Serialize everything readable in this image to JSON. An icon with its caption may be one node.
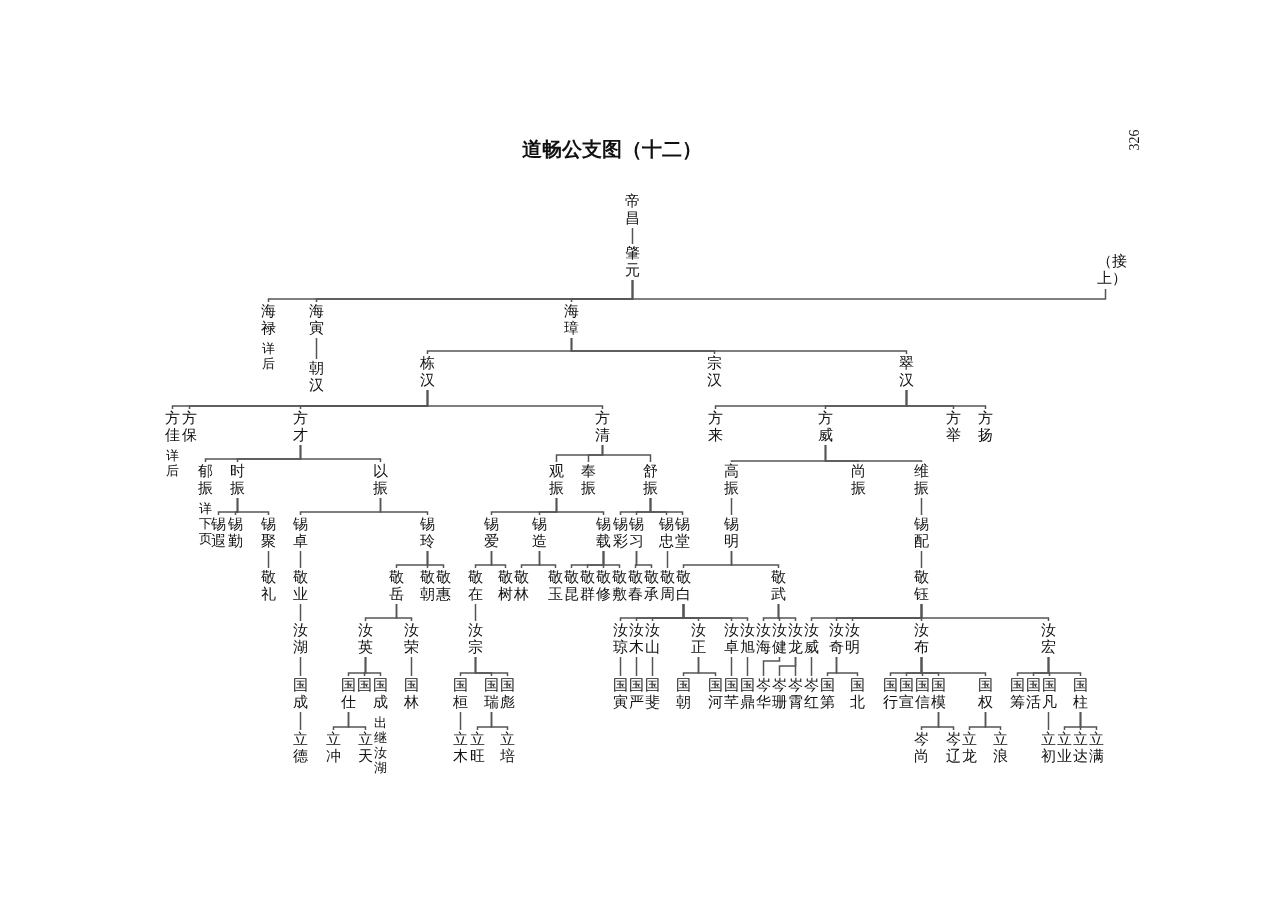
{
  "diagram": {
    "title": "道畅公支图（十二）",
    "nodes": [
      {
        "text": [
          "帝昌"
        ]
      },
      {
        "text": [
          "肇元"
        ]
      },
      {
        "text": [
          "（接上）"
        ]
      },
      {
        "text": [
          "海禄"
        ],
        "beside": [
          "详后"
        ]
      },
      {
        "text": [
          "海寅"
        ]
      },
      {
        "text": [
          "朝汉"
        ]
      },
      {
        "text": [
          "海璋"
        ]
      },
      {
        "text": [
          "栋汉"
        ]
      },
      {
        "text": [
          "宗汉"
        ]
      },
      {
        "text": [
          "翠汉"
        ]
      },
      {
        "text": [
          "方佳"
        ],
        "beside": [
          "详后"
        ]
      },
      {
        "text": [
          "方保"
        ]
      },
      {
        "text": [
          "方才"
        ]
      },
      {
        "text": [
          "方清"
        ]
      },
      {
        "text": [
          "方来"
        ]
      },
      {
        "text": [
          "方威"
        ]
      },
      {
        "text": [
          "方举"
        ]
      },
      {
        "text": [
          "方扬"
        ]
      },
      {
        "text": [
          "郁振"
        ],
        "beside": [
          "详下页"
        ]
      },
      {
        "text": [
          "时振"
        ]
      },
      {
        "text": [
          "以振"
        ]
      },
      {
        "text": [
          "观振"
        ]
      },
      {
        "text": [
          "奉振"
        ]
      },
      {
        "text": [
          "舒振"
        ]
      },
      {
        "text": [
          "高振"
        ]
      },
      {
        "text": [
          "尚振"
        ]
      },
      {
        "text": [
          "维振"
        ]
      },
      {
        "text": [
          "锡遐"
        ]
      },
      {
        "text": [
          "锡勤"
        ]
      },
      {
        "text": [
          "锡聚"
        ]
      },
      {
        "text": [
          "锡卓"
        ]
      },
      {
        "text": [
          "锡玲"
        ]
      },
      {
        "text": [
          "锡爱"
        ]
      },
      {
        "text": [
          "锡造"
        ]
      },
      {
        "text": [
          "锡载"
        ]
      },
      {
        "text": [
          "锡彩"
        ]
      },
      {
        "text": [
          "锡习"
        ]
      },
      {
        "text": [
          "锡忠"
        ]
      },
      {
        "text": [
          "锡堂"
        ]
      },
      {
        "text": [
          "锡明"
        ]
      },
      {
        "text": [
          "锡配"
        ]
      },
      {
        "text": [
          "敬礼"
        ]
      },
      {
        "text": [
          "敬业"
        ]
      },
      {
        "text": [
          "敬岳"
        ]
      },
      {
        "text": [
          "敬朝"
        ]
      },
      {
        "text": [
          "敬惠"
        ]
      },
      {
        "text": [
          "敬在"
        ]
      },
      {
        "text": [
          "敬树"
        ]
      },
      {
        "text": [
          "敬林"
        ]
      },
      {
        "text": [
          "敬玉"
        ]
      },
      {
        "text": [
          "敬昆"
        ]
      },
      {
        "text": [
          "敬群"
        ]
      },
      {
        "text": [
          "敬修"
        ]
      },
      {
        "text": [
          "敬敷"
        ]
      },
      {
        "text": [
          "敬春"
        ]
      },
      {
        "text": [
          "敬承"
        ]
      },
      {
        "text": [
          "敬周"
        ]
      },
      {
        "text": [
          "敬白"
        ]
      },
      {
        "text": [
          "敬武"
        ]
      },
      {
        "text": [
          "敬钰"
        ]
      },
      {
        "text": [
          "汝湖"
        ]
      },
      {
        "text": [
          "汝英"
        ]
      },
      {
        "text": [
          "汝荣"
        ]
      },
      {
        "text": [
          "汝宗"
        ]
      },
      {
        "text": [
          "汝琼"
        ]
      },
      {
        "text": [
          "汝木"
        ]
      },
      {
        "text": [
          "汝山"
        ]
      },
      {
        "text": [
          "汝正"
        ]
      },
      {
        "text": [
          "汝卓"
        ]
      },
      {
        "text": [
          "汝旭"
        ]
      },
      {
        "text": [
          "汝海"
        ]
      },
      {
        "text": [
          "汝健"
        ]
      },
      {
        "text": [
          "汝龙"
        ]
      },
      {
        "text": [
          "汝威"
        ]
      },
      {
        "text": [
          "汝奇"
        ]
      },
      {
        "text": [
          "汝明"
        ]
      },
      {
        "text": [
          "汝布"
        ]
      },
      {
        "text": [
          "汝宏"
        ]
      },
      {
        "text": [
          "国成"
        ]
      },
      {
        "text": [
          "国仕"
        ]
      },
      {
        "text": [
          "国"
        ]
      },
      {
        "text": [
          "国成"
        ],
        "beside": [
          "出继汝湖"
        ]
      },
      {
        "text": [
          "国林"
        ]
      },
      {
        "text": [
          "国桓"
        ]
      },
      {
        "text": [
          "国瑞"
        ]
      },
      {
        "text": [
          "国彪"
        ]
      },
      {
        "text": [
          "国寅"
        ]
      },
      {
        "text": [
          "国严"
        ]
      },
      {
        "text": [
          "国斐"
        ]
      },
      {
        "text": [
          "国朝"
        ]
      },
      {
        "text": [
          "国河"
        ]
      },
      {
        "text": [
          "国芊"
        ]
      },
      {
        "text": [
          "国鼎"
        ]
      },
      {
        "text": [
          "岑华"
        ]
      },
      {
        "text": [
          "岑珊"
        ]
      },
      {
        "text": [
          "岑霄"
        ]
      },
      {
        "text": [
          "岑红"
        ]
      },
      {
        "text": [
          "国第"
        ]
      },
      {
        "text": [
          "国北"
        ]
      },
      {
        "text": [
          "国行"
        ]
      },
      {
        "text": [
          "国宣"
        ]
      },
      {
        "text": [
          "国信"
        ]
      },
      {
        "text": [
          "国模"
        ]
      },
      {
        "text": [
          "国权"
        ]
      },
      {
        "text": [
          "国筹"
        ]
      },
      {
        "text": [
          "国活"
        ]
      },
      {
        "text": [
          "国凡"
        ]
      },
      {
        "text": [
          "国柱"
        ]
      },
      {
        "text": [
          "立德"
        ]
      },
      {
        "text": [
          "立冲"
        ]
      },
      {
        "text": [
          "立天"
        ]
      },
      {
        "text": [
          "立木"
        ]
      },
      {
        "text": [
          "立旺"
        ]
      },
      {
        "text": [
          "立培"
        ]
      },
      {
        "text": [
          "岑尚"
        ]
      },
      {
        "text": [
          "岑辽"
        ]
      },
      {
        "text": [
          "立龙"
        ]
      },
      {
        "text": [
          "立浪"
        ]
      },
      {
        "text": [
          "立初"
        ]
      },
      {
        "text": [
          "立业"
        ]
      },
      {
        "text": [
          "立达"
        ]
      },
      {
        "text": [
          "立满"
        ]
      }
    ],
    "edges": [
      {
        "from": 0,
        "to": 1,
        "arrow": "none"
      },
      {
        "from": 1,
        "to": 2,
        "arrow": "none"
      },
      {
        "from": 1,
        "to": 3,
        "arrow": "none"
      },
      {
        "from": 1,
        "to": 4,
        "arrow": "none"
      },
      {
        "from": 1,
        "to": 6,
        "arrow": "none"
      },
      {
        "from": 4,
        "to": 5,
        "arrow": "none"
      },
      {
        "from": 6,
        "to": 7,
        "arrow": "none"
      },
      {
        "from": 6,
        "to": 8,
        "arrow": "none"
      },
      {
        "from": 6,
        "to": 9,
        "arrow": "none"
      },
      {
        "from": 7,
        "to": 10,
        "arrow": "none"
      },
      {
        "from": 7,
        "to": 11,
        "arrow": "none"
      },
      {
        "from": 7,
        "to": 12,
        "arrow": "none"
      },
      {
        "from": 7,
        "to": 13,
        "arrow": "none"
      },
      {
        "from": 9,
        "to": 14,
        "arrow": "none"
      },
      {
        "from": 9,
        "to": 15,
        "arrow": "none"
      },
      {
        "from": 9,
        "to": 16,
        "arrow": "none"
      },
      {
        "from": 9,
        "to": 17,
        "arrow": "none"
      },
      {
        "from": 12,
        "to": 18,
        "arrow": "none"
      },
      {
        "from": 12,
        "to": 19,
        "arrow": "none"
      },
      {
        "from": 12,
        "to": 20,
        "arrow": "none"
      },
      {
        "from": 13,
        "to": 21,
        "arrow": "none"
      },
      {
        "from": 13,
        "to": 22,
        "arrow": "none"
      },
      {
        "from": 13,
        "to": 23,
        "arrow": "none"
      },
      {
        "from": 15,
        "to": 24,
        "arrow": "none"
      },
      {
        "from": 15,
        "to": 25,
        "arrow": "none"
      },
      {
        "from": 15,
        "to": 26,
        "arrow": "none"
      },
      {
        "from": 19,
        "to": 27,
        "arrow": "none"
      },
      {
        "from": 19,
        "to": 28,
        "arrow": "none"
      },
      {
        "from": 19,
        "to": 29,
        "arrow": "none"
      },
      {
        "from": 20,
        "to": 30,
        "arrow": "none"
      },
      {
        "from": 20,
        "to": 31,
        "arrow": "none"
      },
      {
        "from": 21,
        "to": 32,
        "arrow": "none"
      },
      {
        "from": 21,
        "to": 33,
        "arrow": "none"
      },
      {
        "from": 21,
        "to": 34,
        "arrow": "none"
      },
      {
        "from": 23,
        "to": 35,
        "arrow": "none"
      },
      {
        "from": 23,
        "to": 36,
        "arrow": "none"
      },
      {
        "from": 23,
        "to": 37,
        "arrow": "none"
      },
      {
        "from": 23,
        "to": 38,
        "arrow": "none"
      },
      {
        "from": 24,
        "to": 39,
        "arrow": "none"
      },
      {
        "from": 26,
        "to": 40,
        "arrow": "none"
      },
      {
        "from": 29,
        "to": 41,
        "arrow": "none"
      },
      {
        "from": 30,
        "to": 42,
        "arrow": "none"
      },
      {
        "from": 31,
        "to": 43,
        "arrow": "none"
      },
      {
        "from": 31,
        "to": 44,
        "arrow": "none"
      },
      {
        "from": 31,
        "to": 45,
        "arrow": "none"
      },
      {
        "from": 32,
        "to": 46,
        "arrow": "none"
      },
      {
        "from": 32,
        "to": 47,
        "arrow": "none"
      },
      {
        "from": 33,
        "to": 48,
        "arrow": "none"
      },
      {
        "from": 33,
        "to": 49,
        "arrow": "none"
      },
      {
        "from": 34,
        "to": 50,
        "arrow": "none"
      },
      {
        "from": 34,
        "to": 51,
        "arrow": "none"
      },
      {
        "from": 34,
        "to": 52,
        "arrow": "none"
      },
      {
        "from": 34,
        "to": 53,
        "arrow": "none"
      },
      {
        "from": 36,
        "to": 54,
        "arrow": "none"
      },
      {
        "from": 36,
        "to": 55,
        "arrow": "none"
      },
      {
        "from": 37,
        "to": 56,
        "arrow": "none"
      },
      {
        "from": 39,
        "to": 57,
        "arrow": "none"
      },
      {
        "from": 39,
        "to": 58,
        "arrow": "none"
      },
      {
        "from": 40,
        "to": 59,
        "arrow": "none"
      },
      {
        "from": 42,
        "to": 60,
        "arrow": "none"
      },
      {
        "from": 43,
        "to": 61,
        "arrow": "none"
      },
      {
        "from": 43,
        "to": 62,
        "arrow": "none"
      },
      {
        "from": 46,
        "to": 63,
        "arrow": "none"
      },
      {
        "from": 57,
        "to": 64,
        "arrow": "none"
      },
      {
        "from": 57,
        "to": 65,
        "arrow": "none"
      },
      {
        "from": 57,
        "to": 66,
        "arrow": "none"
      },
      {
        "from": 57,
        "to": 67,
        "arrow": "none"
      },
      {
        "from": 57,
        "to": 68,
        "arrow": "none"
      },
      {
        "from": 57,
        "to": 69,
        "arrow": "none"
      },
      {
        "from": 58,
        "to": 70,
        "arrow": "none"
      },
      {
        "from": 58,
        "to": 71,
        "arrow": "none"
      },
      {
        "from": 58,
        "to": 72,
        "arrow": "none"
      },
      {
        "from": 59,
        "to": 73,
        "arrow": "none"
      },
      {
        "from": 59,
        "to": 74,
        "arrow": "none"
      },
      {
        "from": 59,
        "to": 75,
        "arrow": "none"
      },
      {
        "from": 59,
        "to": 76,
        "arrow": "none"
      },
      {
        "from": 59,
        "to": 77,
        "arrow": "none"
      },
      {
        "from": 60,
        "to": 78,
        "arrow": "none"
      },
      {
        "from": 61,
        "to": 79,
        "arrow": "none"
      },
      {
        "from": 61,
        "to": 80,
        "arrow": "none"
      },
      {
        "from": 61,
        "to": 81,
        "arrow": "none"
      },
      {
        "from": 62,
        "to": 82,
        "arrow": "none"
      },
      {
        "from": 63,
        "to": 83,
        "arrow": "none"
      },
      {
        "from": 63,
        "to": 84,
        "arrow": "none"
      },
      {
        "from": 63,
        "to": 85,
        "arrow": "none"
      },
      {
        "from": 64,
        "to": 86,
        "arrow": "none"
      },
      {
        "from": 65,
        "to": 87,
        "arrow": "none"
      },
      {
        "from": 66,
        "to": 88,
        "arrow": "none"
      },
      {
        "from": 67,
        "to": 89,
        "arrow": "none"
      },
      {
        "from": 67,
        "to": 90,
        "arrow": "none"
      },
      {
        "from": 68,
        "to": 91,
        "arrow": "none"
      },
      {
        "from": 69,
        "to": 92,
        "arrow": "none"
      },
      {
        "from": 71,
        "to": 93,
        "arrow": "none"
      },
      {
        "from": 72,
        "to": 94,
        "arrow": "none"
      },
      {
        "from": 72,
        "to": 95,
        "arrow": "none"
      },
      {
        "from": 73,
        "to": 96,
        "arrow": "none"
      },
      {
        "from": 74,
        "to": 97,
        "arrow": "none"
      },
      {
        "from": 74,
        "to": 98,
        "arrow": "none"
      },
      {
        "from": 76,
        "to": 99,
        "arrow": "none"
      },
      {
        "from": 76,
        "to": 100,
        "arrow": "none"
      },
      {
        "from": 76,
        "to": 101,
        "arrow": "none"
      },
      {
        "from": 76,
        "to": 102,
        "arrow": "none"
      },
      {
        "from": 76,
        "to": 103,
        "arrow": "none"
      },
      {
        "from": 77,
        "to": 104,
        "arrow": "none"
      },
      {
        "from": 77,
        "to": 105,
        "arrow": "none"
      },
      {
        "from": 77,
        "to": 106,
        "arrow": "none"
      },
      {
        "from": 77,
        "to": 107,
        "arrow": "none"
      },
      {
        "from": 78,
        "to": 108,
        "arrow": "none"
      },
      {
        "from": 79,
        "to": 109,
        "arrow": "none"
      },
      {
        "from": 79,
        "to": 110,
        "arrow": "none"
      },
      {
        "from": 83,
        "to": 111,
        "arrow": "none"
      },
      {
        "from": 84,
        "to": 112,
        "arrow": "none"
      },
      {
        "from": 84,
        "to": 113,
        "arrow": "none"
      },
      {
        "from": 102,
        "to": 114,
        "arrow": "none"
      },
      {
        "from": 102,
        "to": 115,
        "arrow": "none"
      },
      {
        "from": 103,
        "to": 116,
        "arrow": "none"
      },
      {
        "from": 103,
        "to": 117,
        "arrow": "none"
      },
      {
        "from": 106,
        "to": 118,
        "arrow": "none"
      },
      {
        "from": 107,
        "to": 119,
        "arrow": "none"
      },
      {
        "from": 107,
        "to": 120,
        "arrow": "none"
      },
      {
        "from": 107,
        "to": 121,
        "arrow": "none"
      }
    ],
    "labels": [
      "326"
    ]
  }
}
